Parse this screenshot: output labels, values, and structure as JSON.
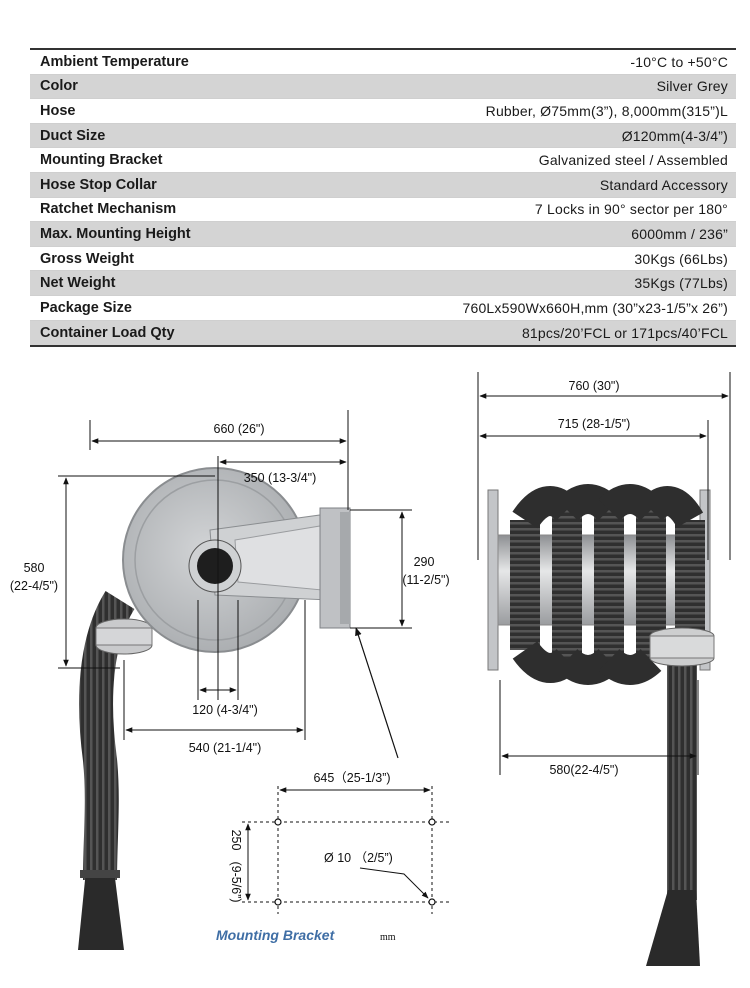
{
  "specs": [
    {
      "label": "Ambient Temperature",
      "value": "-10°C   to   +50°C"
    },
    {
      "label": "Color",
      "value": "Silver Grey"
    },
    {
      "label": "Hose",
      "value": "Rubber, Ø75mm(3”), 8,000mm(315”)L"
    },
    {
      "label": "Duct Size",
      "value": "Ø120mm(4-3/4”)"
    },
    {
      "label": "Mounting Bracket",
      "value": "Galvanized steel / Assembled"
    },
    {
      "label": "Hose Stop Collar",
      "value": "Standard Accessory"
    },
    {
      "label": "Ratchet Mechanism",
      "value": "7 Locks in 90° sector per 180°"
    },
    {
      "label": "Max. Mounting Height",
      "value": "6000mm / 236”"
    },
    {
      "label": "Gross Weight",
      "value": "30Kgs (66Lbs)"
    },
    {
      "label": "Net Weight",
      "value": "35Kgs (77Lbs)"
    },
    {
      "label": "Package Size",
      "value": "760Lx590Wx660H,mm (30”x23-1/5”x 26”)"
    },
    {
      "label": "Container Load Qty",
      "value": "81pcs/20’FCL or 171pcs/40’FCL"
    }
  ],
  "side_view": {
    "dim_width": "660 (26\")",
    "dim_offset": "350 (13-3/4\")",
    "dim_height_mm": "580",
    "dim_height_in": "(22-4/5\")",
    "dim_bracket_mm": "290",
    "dim_bracket_in": "(11-2/5\")",
    "dim_duct": "120 (4-3/4\")",
    "dim_drum": "540 (21-1/4\")"
  },
  "front_view": {
    "dim_overall": "760 (30\")",
    "dim_inner": "715 (28-1/5\")",
    "dim_bottom": "580(22-4/5\")"
  },
  "bracket": {
    "dim_width": "645（25-1/3”)",
    "dim_height_mm": "250",
    "dim_height_in": "(9-5/6”)",
    "dim_hole": "Ø 10 （2/5”)",
    "caption": "Mounting Bracket",
    "unit": "mm"
  },
  "colors": {
    "shade_row": "#d4d4d4",
    "reel_grey": "#b9bcbf",
    "hose_black": "#2b2b2b",
    "caption_blue": "#3f6ea5"
  }
}
